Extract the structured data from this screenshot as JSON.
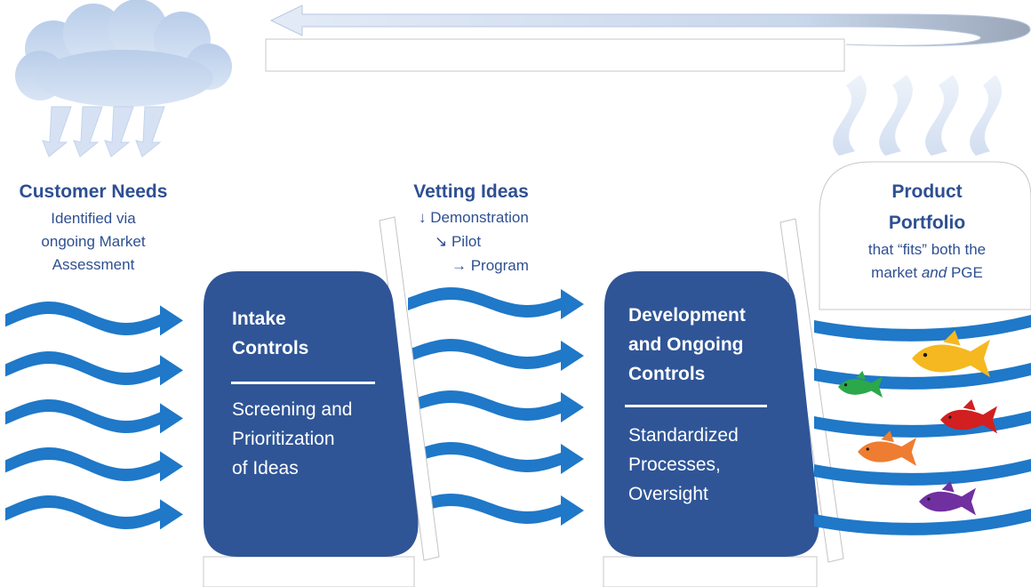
{
  "customer_needs": {
    "title": "Customer Needs",
    "line1": "Identified via",
    "line2": "ongoing Market",
    "line3": "Assessment"
  },
  "intake_box": {
    "title_line1": "Intake",
    "title_line2": "Controls",
    "body_line1": "Screening and",
    "body_line2": "Prioritization",
    "body_line3": "of Ideas"
  },
  "vetting": {
    "title": "Vetting Ideas",
    "step1": "↓ Demonstration",
    "step2": "↘ Pilot",
    "step3": "→ Program"
  },
  "development_box": {
    "title_line1": "Development",
    "title_line2": "and Ongoing",
    "title_line3": "Controls",
    "body_line1": "Standardized",
    "body_line2": "Processes,",
    "body_line3": "Oversight"
  },
  "portfolio": {
    "title_line1": "Product",
    "title_line2": "Portfolio",
    "sub_line1": "that “fits” both the",
    "sub_line2_pre": "market ",
    "sub_line2_em": "and",
    "sub_line2_post": " PGE"
  },
  "colors": {
    "navy_box": "#2f5597",
    "title_blue": "#2e4f92",
    "wave_blue": "#1f78c8",
    "cloud_blue": "#c9daf0",
    "fish_yellow": "#f5b820",
    "fish_green": "#2aa84a",
    "fish_red": "#d21f1f",
    "fish_orange": "#ee7d31",
    "fish_purple": "#7030a0"
  }
}
